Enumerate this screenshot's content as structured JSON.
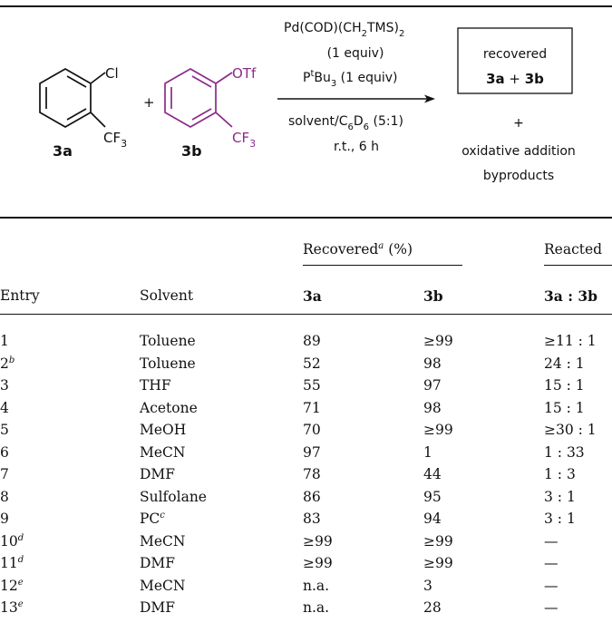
{
  "scheme": {
    "reactant_a": {
      "label": "3a",
      "sub1": "Cl",
      "sub2_main": "CF",
      "sub2_index": "3"
    },
    "plus_1": "+",
    "reactant_b": {
      "label": "3b",
      "sub1": "OTf",
      "sub2_main": "CF",
      "sub2_index": "3"
    },
    "conditions_above": {
      "line1_pre": "Pd(COD)(CH",
      "line1_sub1": "2",
      "line1_mid": "TMS)",
      "line1_sub2": "2",
      "line2": "(1 equiv)",
      "line3_pre": "P",
      "line3_sup": "t",
      "line3_mid": "Bu",
      "line3_sub": "3",
      "line3_post": " (1 equiv)"
    },
    "conditions_below": {
      "line1_pre": "solvent/C",
      "line1_sub1": "6",
      "line1_mid": "D",
      "line1_sub2": "6",
      "line1_post": " (5:1)",
      "line2": "r.t., 6 h"
    },
    "product_box": {
      "line1": "recovered",
      "line2_a": "3a",
      "line2_plus": " + ",
      "line2_b": "3b"
    },
    "plus_2": "+",
    "byproducts": {
      "line1": "oxidative addition",
      "line2": "byproducts"
    },
    "colors": {
      "reactant_b": "#8a2a8a",
      "ink": "#111111"
    }
  },
  "table": {
    "group_recovered": "Recovered",
    "group_recovered_sup": "a",
    "group_recovered_unit": " (%)",
    "group_reacted": "Reacted",
    "columns": [
      "Entry",
      "Solvent",
      "3a",
      "3b",
      "3a : 3b"
    ],
    "rows": [
      {
        "entry": "1",
        "sup": "",
        "solvent": "Toluene",
        "solvent_sup": "",
        "a": "89",
        "b": "≥99",
        "ratio": "≥11 : 1"
      },
      {
        "entry": "2",
        "sup": "b",
        "solvent": "Toluene",
        "solvent_sup": "",
        "a": "52",
        "b": "98",
        "ratio": "24 : 1"
      },
      {
        "entry": "3",
        "sup": "",
        "solvent": "THF",
        "solvent_sup": "",
        "a": "55",
        "b": "97",
        "ratio": "15 : 1"
      },
      {
        "entry": "4",
        "sup": "",
        "solvent": "Acetone",
        "solvent_sup": "",
        "a": "71",
        "b": "98",
        "ratio": "15 : 1"
      },
      {
        "entry": "5",
        "sup": "",
        "solvent": "MeOH",
        "solvent_sup": "",
        "a": "70",
        "b": "≥99",
        "ratio": "≥30 : 1"
      },
      {
        "entry": "6",
        "sup": "",
        "solvent": "MeCN",
        "solvent_sup": "",
        "a": "97",
        "b": "1",
        "ratio": "1 : 33"
      },
      {
        "entry": "7",
        "sup": "",
        "solvent": "DMF",
        "solvent_sup": "",
        "a": "78",
        "b": "44",
        "ratio": "1 : 3"
      },
      {
        "entry": "8",
        "sup": "",
        "solvent": "Sulfolane",
        "solvent_sup": "",
        "a": "86",
        "b": "95",
        "ratio": "3 : 1"
      },
      {
        "entry": "9",
        "sup": "",
        "solvent": "PC",
        "solvent_sup": "c",
        "a": "83",
        "b": "94",
        "ratio": "3 : 1"
      },
      {
        "entry": "10",
        "sup": "d",
        "solvent": "MeCN",
        "solvent_sup": "",
        "a": "≥99",
        "b": "≥99",
        "ratio": "—"
      },
      {
        "entry": "11",
        "sup": "d",
        "solvent": "DMF",
        "solvent_sup": "",
        "a": "≥99",
        "b": "≥99",
        "ratio": "—"
      },
      {
        "entry": "12",
        "sup": "e",
        "solvent": "MeCN",
        "solvent_sup": "",
        "a": "n.a.",
        "b": "3",
        "ratio": "—"
      },
      {
        "entry": "13",
        "sup": "e",
        "solvent": "DMF",
        "solvent_sup": "",
        "a": "n.a.",
        "b": "28",
        "ratio": "—"
      }
    ]
  }
}
